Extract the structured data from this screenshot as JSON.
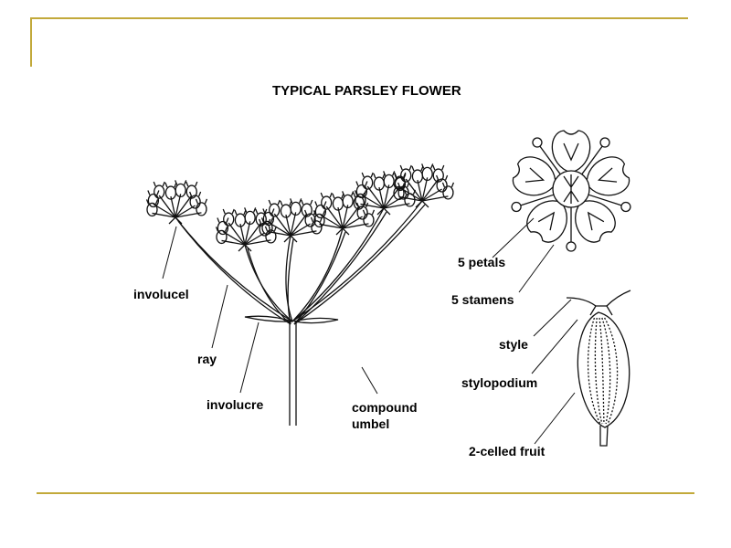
{
  "slide": {
    "accent_color": "#c2a93a",
    "title": "TYPICAL PARSLEY FLOWER"
  },
  "labels": {
    "involucel": "involucel",
    "ray": "ray",
    "involucre": "involucre",
    "compound_umbel_line1": "compound",
    "compound_umbel_line2": "umbel",
    "petals": "5 petals",
    "stamens": "5 stamens",
    "style": "style",
    "stylopodium": "stylopodium",
    "fruit": "2-celled fruit"
  },
  "illustrations": {
    "umbel": "compound-umbel-drawing",
    "flower": "single-flower-top-view",
    "fruit": "fruit-side-view"
  }
}
